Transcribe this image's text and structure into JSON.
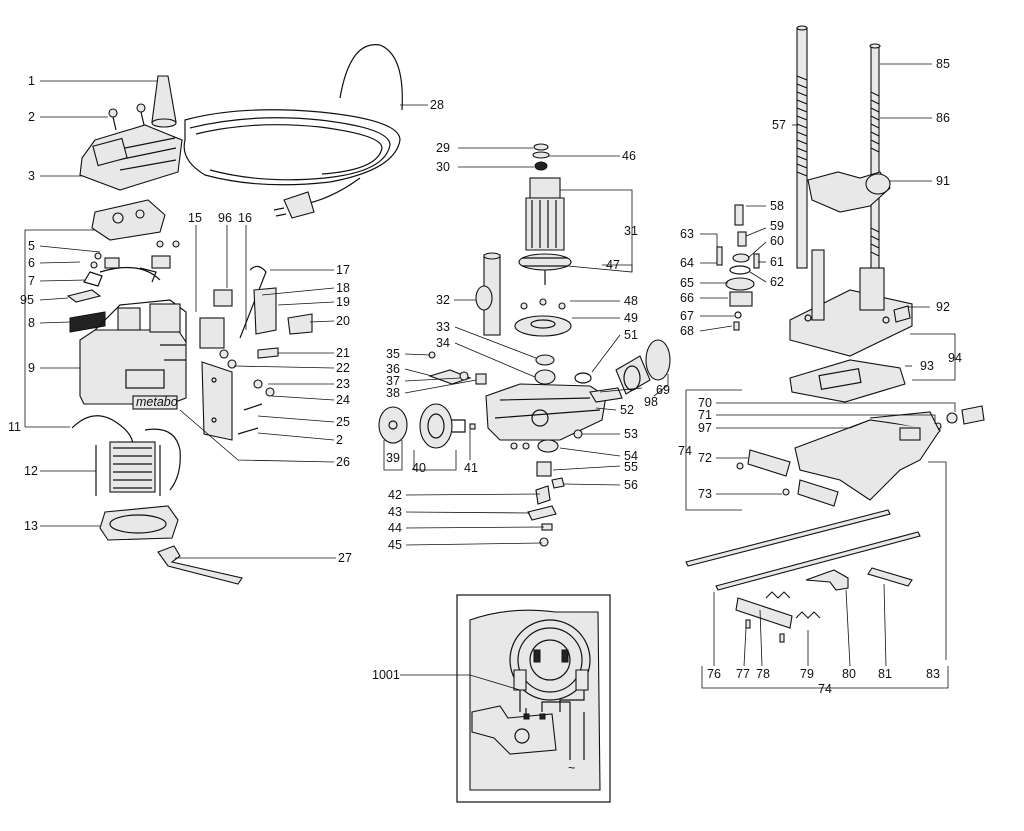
{
  "labels": [
    "1",
    "2",
    "3",
    "5",
    "6",
    "7",
    "95",
    "8",
    "9",
    "11",
    "12",
    "13",
    "15",
    "96",
    "16",
    "17",
    "18",
    "19",
    "20",
    "21",
    "22",
    "23",
    "24",
    "25",
    "2",
    "26",
    "27",
    "28",
    "29",
    "30",
    "46",
    "31",
    "47",
    "32",
    "48",
    "49",
    "33",
    "34",
    "51",
    "35",
    "36",
    "37",
    "38",
    "69",
    "98",
    "52",
    "39",
    "40",
    "41",
    "53",
    "54",
    "55",
    "56",
    "42",
    "43",
    "44",
    "45",
    "85",
    "57",
    "86",
    "91",
    "58",
    "59",
    "60",
    "63",
    "64",
    "61",
    "65",
    "62",
    "66",
    "92",
    "67",
    "68",
    "94",
    "93",
    "70",
    "71",
    "97",
    "74",
    "72",
    "73",
    "76",
    "77",
    "78",
    "79",
    "80",
    "81",
    "83",
    "74",
    "1001"
  ],
  "logo_text": "metabo",
  "colors": {
    "ink": "#111111",
    "paper": "#ffffff",
    "fill": "#e8e8e8"
  }
}
